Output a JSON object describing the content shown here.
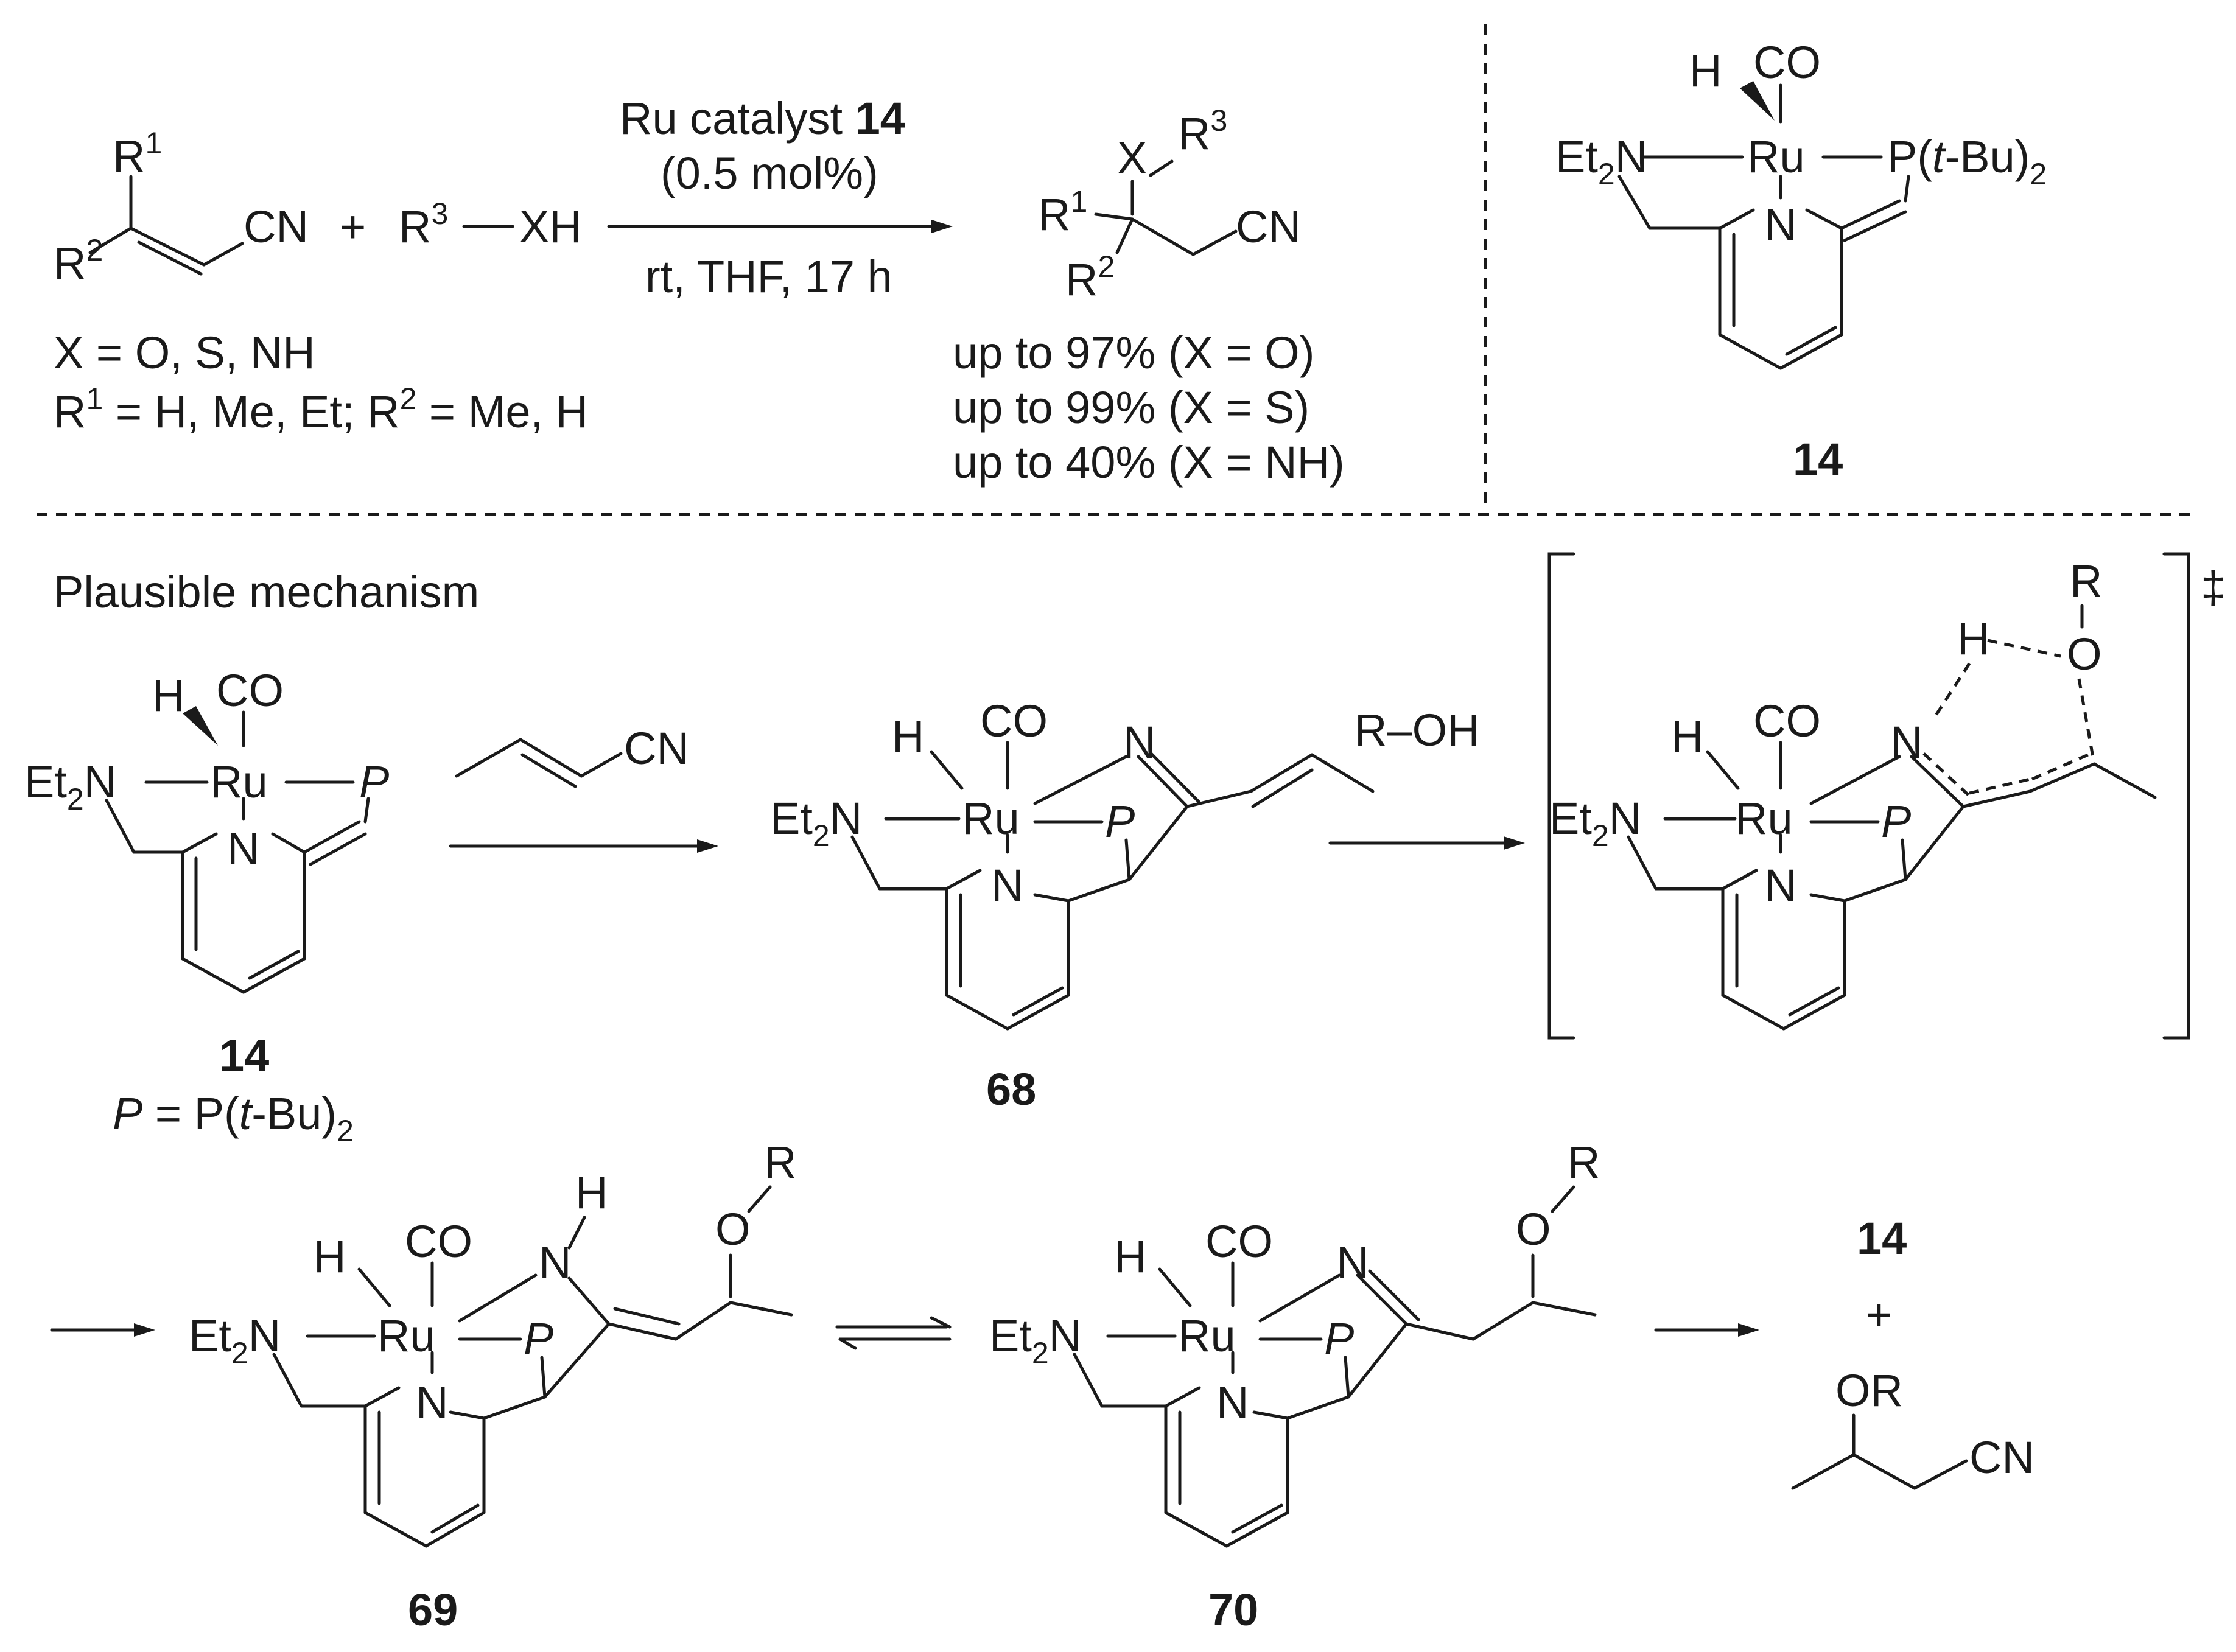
{
  "reaction": {
    "sub_R1": "R",
    "sub_R1_sup": "1",
    "sub_R2": "R",
    "sub_R2_sup": "2",
    "sub_CN": "CN",
    "plus": "+",
    "reagent_R": "R",
    "reagent_R_sup": "3",
    "reagent_XH": "XH",
    "cond_line1": "Ru catalyst ",
    "cond_line1_bold": "14",
    "cond_line2": "(0.5 mol%)",
    "cond_line3": "rt, THF, 17 h",
    "prod_X": "X",
    "prod_R3": "R",
    "prod_R3_sup": "3",
    "prod_R1": "R",
    "prod_R1_sup": "1",
    "prod_R2": "R",
    "prod_R2_sup": "2",
    "prod_CN": "CN",
    "x_def": "X = O, S, NH",
    "r_def_a": "R",
    "r_def_a_sup": "1",
    "r_def_b": " = H, Me, Et; R",
    "r_def_b_sup": "2",
    "r_def_c": " = Me, H",
    "yields": [
      "up to 97% (X = O)",
      "up to 99% (X = S)",
      "up to 40% (X = NH)"
    ]
  },
  "catalyst": {
    "H": "H",
    "CO": "CO",
    "Et2N_a": "Et",
    "Et2N_sub": "2",
    "Et2N_b": "N",
    "Ru": "Ru",
    "N": "N",
    "P_a": "P(",
    "P_b": "t",
    "P_c": "-Bu)",
    "P_sub": "2",
    "label": "14"
  },
  "mechanism": {
    "title": "Plausible mechanism",
    "cat14": {
      "H": "H",
      "CO": "CO",
      "Et2N_a": "Et",
      "Et2N_sub": "2",
      "Et2N_b": "N",
      "Ru": "Ru",
      "P": "P",
      "N": "N",
      "label": "14",
      "pdef_a": "P",
      "pdef_b": " = P(",
      "pdef_c": "t",
      "pdef_d": "-Bu)",
      "pdef_sub": "2"
    },
    "crotononitrile_CN": "CN",
    "int68": {
      "H": "H",
      "CO": "CO",
      "Et2N_a": "Et",
      "Et2N_sub": "2",
      "Et2N_b": "N",
      "Ru": "Ru",
      "P": "P",
      "N_imine": "N",
      "N_py": "N",
      "label": "68"
    },
    "reagent_ROH": "R–OH",
    "ts": {
      "R": "R",
      "O": "O",
      "H_top": "H",
      "dagger": "‡",
      "H": "H",
      "CO": "CO",
      "Et2N_a": "Et",
      "Et2N_sub": "2",
      "Et2N_b": "N",
      "Ru": "Ru",
      "P": "P",
      "N_imine": "N",
      "N_py": "N"
    },
    "int69": {
      "H_top": "H",
      "R": "R",
      "O": "O",
      "H": "H",
      "CO": "CO",
      "Et2N_a": "Et",
      "Et2N_sub": "2",
      "Et2N_b": "N",
      "Ru": "Ru",
      "P": "P",
      "N_imine": "N",
      "N_py": "N",
      "label": "69"
    },
    "int70": {
      "R": "R",
      "O": "O",
      "H": "H",
      "CO": "CO",
      "Et2N_a": "Et",
      "Et2N_sub": "2",
      "Et2N_b": "N",
      "Ru": "Ru",
      "P": "P",
      "N_imine": "N",
      "N_py": "N",
      "label": "70"
    },
    "final": {
      "cat": "14",
      "plus": "+",
      "OR": "OR",
      "CN": "CN"
    }
  }
}
